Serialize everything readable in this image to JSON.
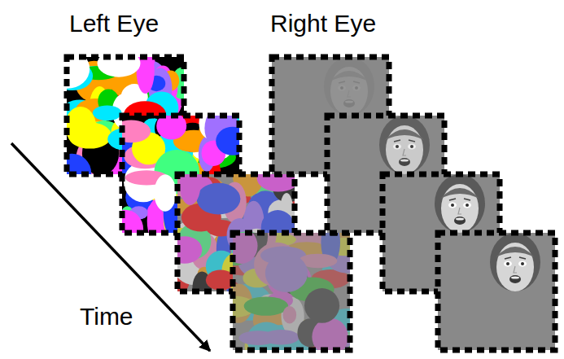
{
  "diagram": {
    "labels": [
      "Left Eye",
      "Right Eye",
      "Time"
    ]
  }
}
